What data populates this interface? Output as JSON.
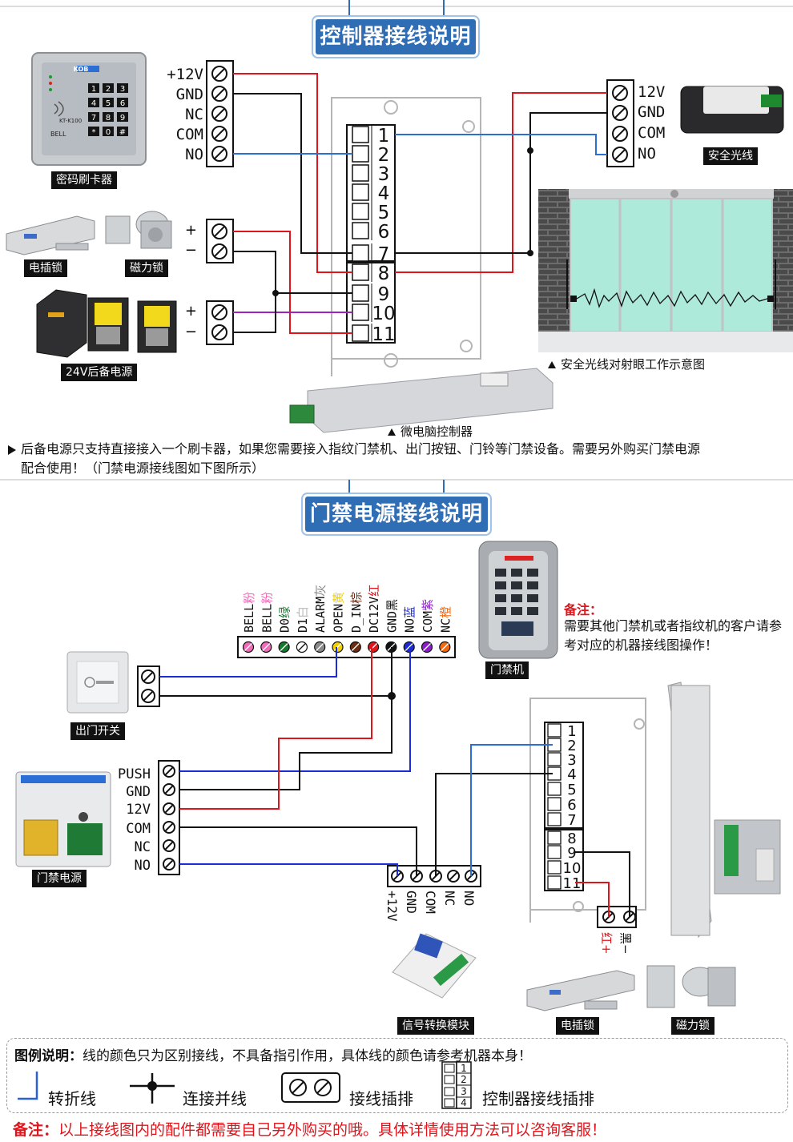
{
  "headers": {
    "top": "控制器接线说明",
    "middle": "门禁电源接线说明"
  },
  "controller_section": {
    "keypad_terminals": [
      "+12V",
      "GND",
      "NC",
      "COM",
      "NO"
    ],
    "keypad_model": "KT-K100",
    "keypad_brand": "KOB",
    "keypad_bell": "BELL",
    "lock_polarity": [
      "+",
      "−"
    ],
    "safety_terminals": [
      "12V",
      "GND",
      "COM",
      "NO"
    ],
    "controller_pins": [
      "1",
      "2",
      "3",
      "4",
      "5",
      "6",
      "7",
      "8",
      "9",
      "10",
      "11"
    ],
    "labels": {
      "keypad": "密码刷卡器",
      "bolt_lock": "电插锁",
      "mag_lock": "磁力锁",
      "backup_power": "24V后备电源",
      "safety_beam": "安全光线",
      "beam_caption": "安全光线对射眼工作示意图",
      "controller_caption": "微电脑控制器"
    },
    "note_line1": "后备电源只支持直接接入一个刷卡器，如果您需要接入指纹门禁机、出门按钮、门铃等门禁设备。需要另外购买门禁电源",
    "note_line2": "配合使用！（门禁电源接线图如下图所示）"
  },
  "power_section": {
    "access_terminals": [
      {
        "name": "BELL",
        "color_label": "粉",
        "color": "#f06ab8"
      },
      {
        "name": "BELL",
        "color_label": "粉",
        "color": "#f06ab8"
      },
      {
        "name": "D0",
        "color_label": "绿",
        "color": "#137a2c"
      },
      {
        "name": "D1",
        "color_label": "白",
        "color": "#ffffff"
      },
      {
        "name": "ALARM",
        "color_label": "灰",
        "color": "#8a8a8a"
      },
      {
        "name": "OPEN",
        "color_label": "黄",
        "color": "#f1d200"
      },
      {
        "name": "D_IN",
        "color_label": "棕",
        "color": "#6b2c12"
      },
      {
        "name": "DC12V",
        "color_label": "红",
        "color": "#e0141b"
      },
      {
        "name": "GND",
        "color_label": "黑",
        "color": "#111111"
      },
      {
        "name": "NO",
        "color_label": "蓝",
        "color": "#1c2bd8"
      },
      {
        "name": "COM",
        "color_label": "紫",
        "color": "#8a1ec9"
      },
      {
        "name": "NC",
        "color_label": "橙",
        "color": "#f26a10"
      }
    ],
    "power_terminals": [
      "PUSH",
      "GND",
      "12V",
      "COM",
      "NC",
      "NO"
    ],
    "relay_terminals": [
      "+12V",
      "GND",
      "COM",
      "NC",
      "NO"
    ],
    "controller_pins": [
      "1",
      "2",
      "3",
      "4",
      "5",
      "6",
      "7",
      "8",
      "9",
      "10",
      "11"
    ],
    "lock_wire_labels": [
      "红+",
      "黑−"
    ],
    "labels": {
      "exit_switch": "出门开关",
      "door_power": "门禁电源",
      "access_machine": "门禁机",
      "relay_module": "信号转换模块",
      "bolt_lock": "电插锁",
      "mag_lock": "磁力锁"
    },
    "remark_title": "备注：",
    "remark_body": "需要其他门禁机或者指纹机的客户请参考对应的机器接线图操作！"
  },
  "legend": {
    "title": "图例说明：",
    "desc": "线的颜色只为区别接线，不具备指引作用，具体线的颜色请参考机器本身！",
    "items": [
      "转折线",
      "连接并线",
      "接线插排",
      "控制器接线插排"
    ],
    "mini_pins": [
      "1",
      "2",
      "3",
      "4"
    ]
  },
  "footer": {
    "label": "备注：",
    "text": "以上接线图内的配件都需要自己另外购买的哦。具体详情使用方法可以咨询客服！"
  },
  "colors": {
    "wire_red": "#e0141b",
    "wire_blue": "#2b6fd6",
    "wire_black": "#111111",
    "wire_purple": "#a020c0",
    "banner_blue": "#2f6db5"
  }
}
